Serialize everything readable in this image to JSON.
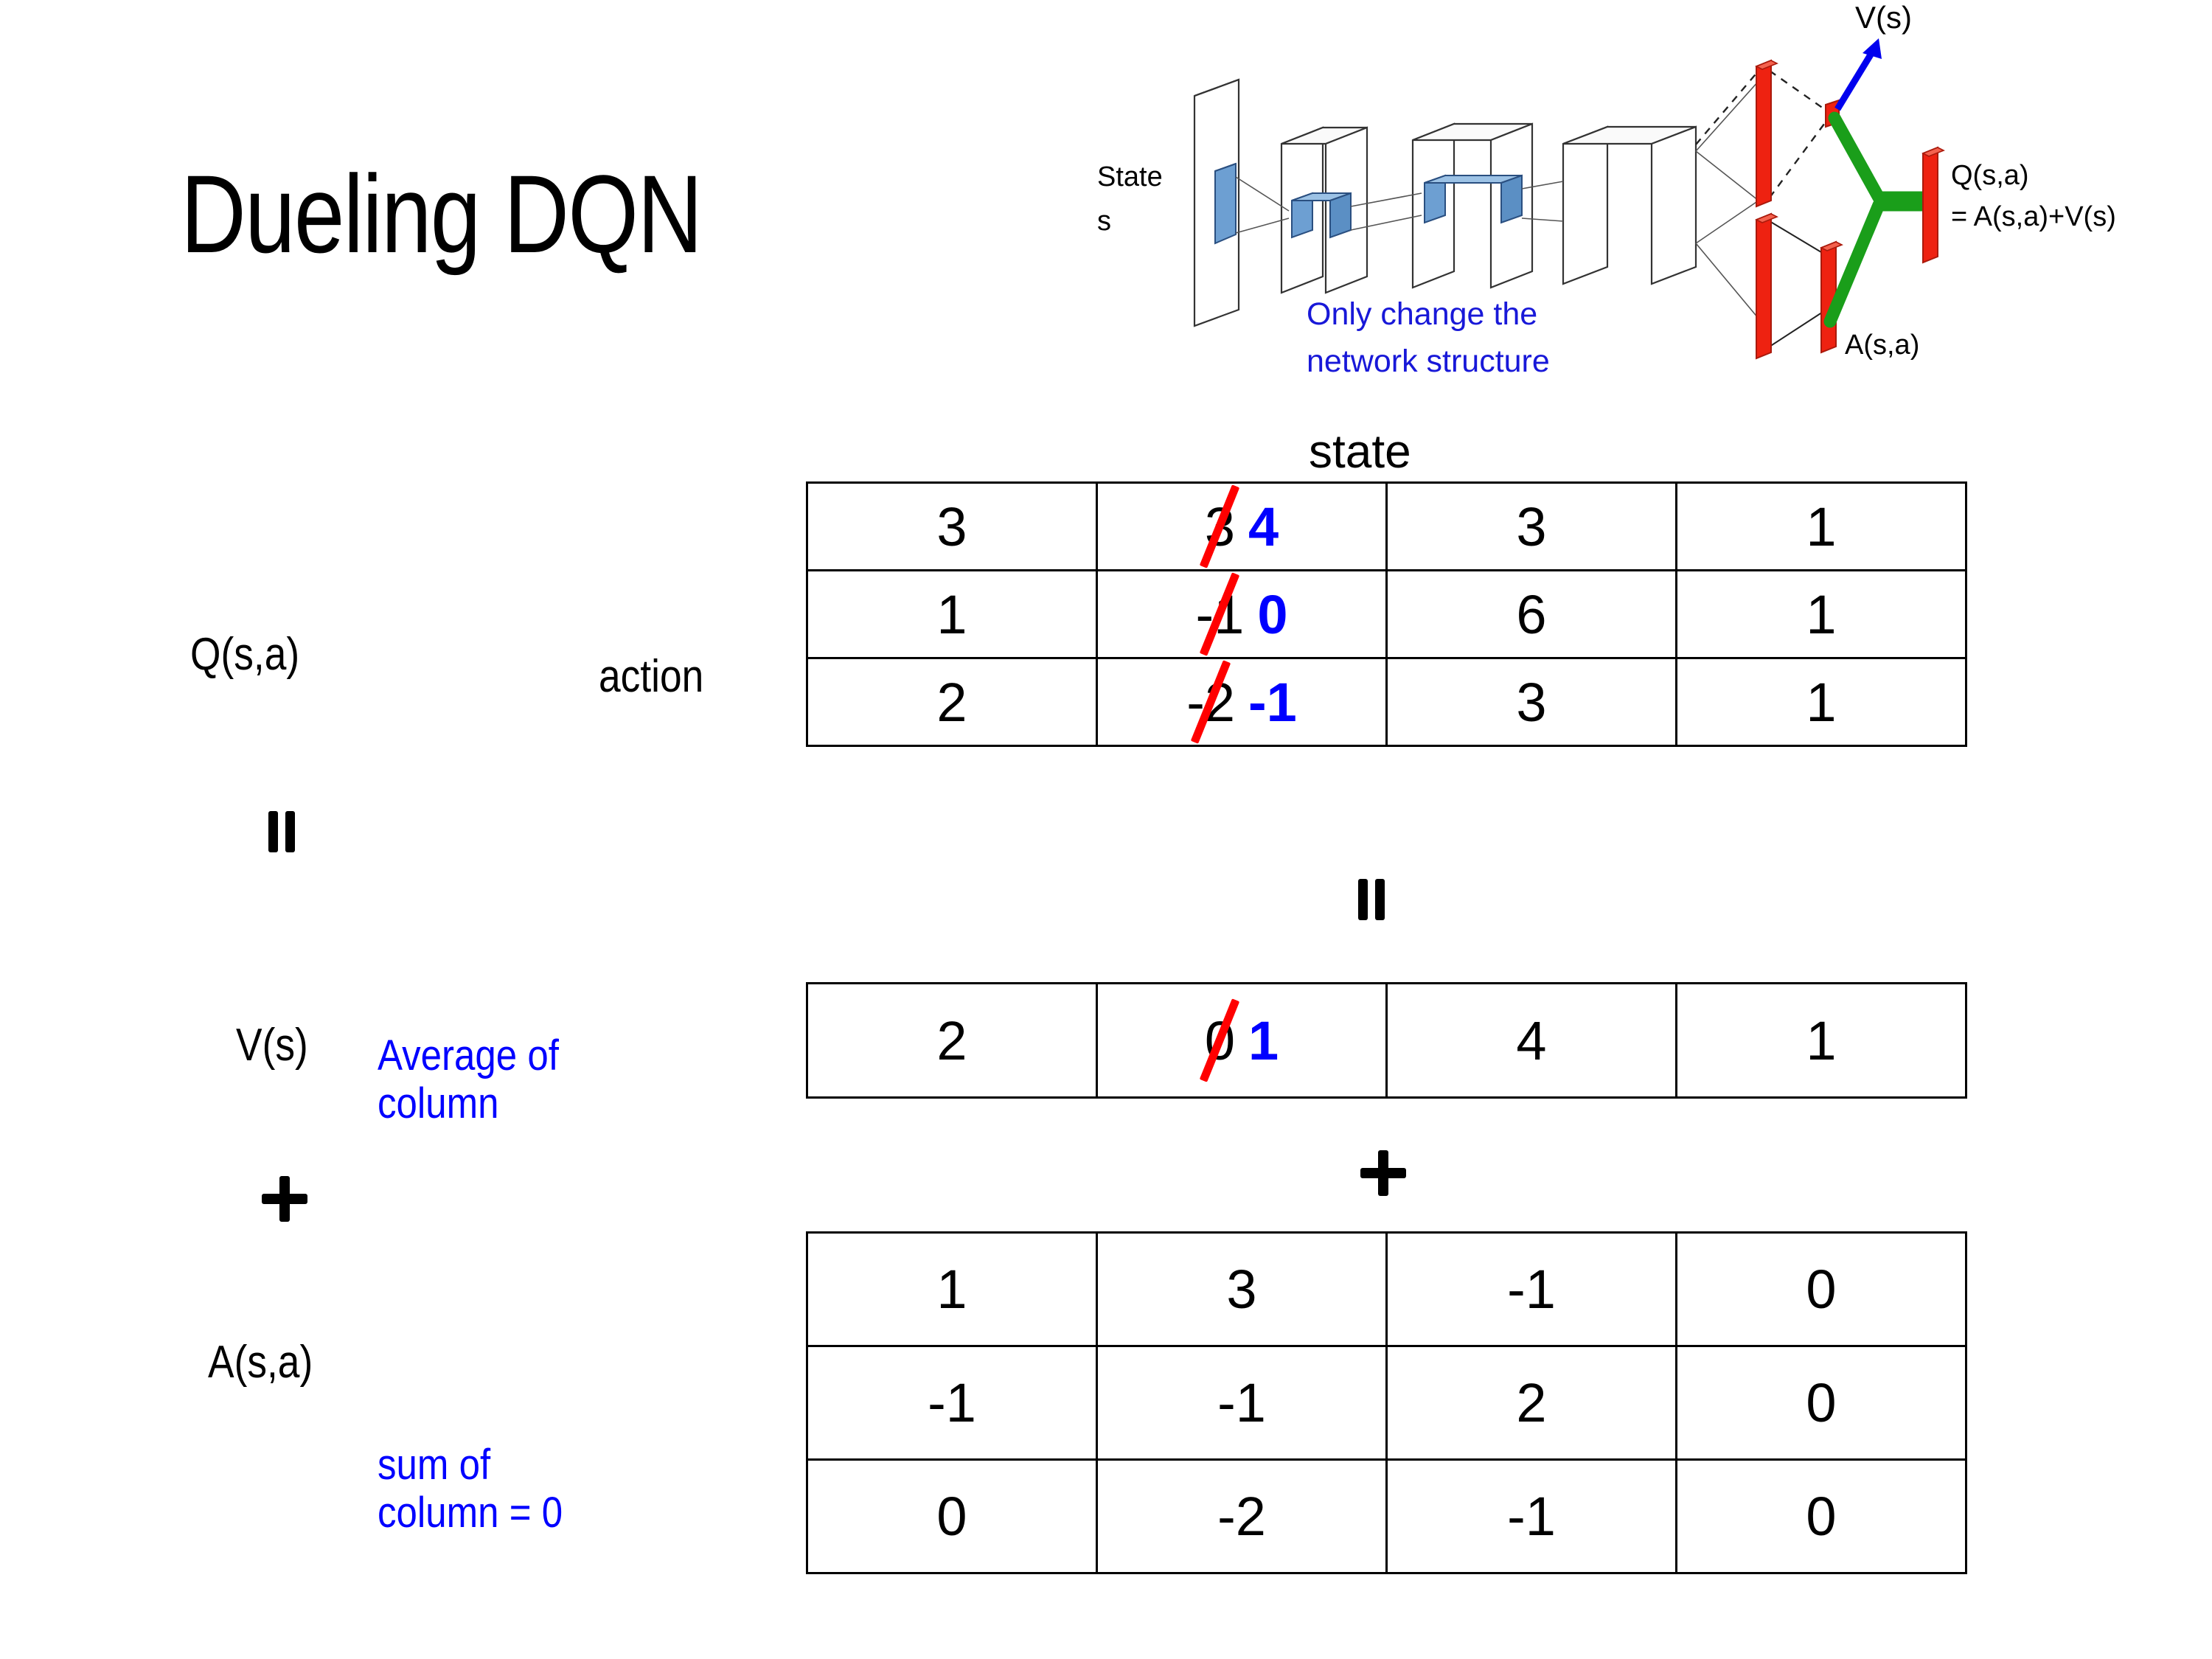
{
  "slide": {
    "title": "Dueling DQN"
  },
  "diagram": {
    "state_label": "State",
    "state_sub": "s",
    "note_line1": "Only change the",
    "note_line2": "network structure",
    "value_label": "V(s)",
    "advantage_label": "A(s,a)",
    "q_label_line1": "Q(s,a)",
    "q_label_line2": "= A(s,a)+V(s)",
    "colors": {
      "note": "#1818d8",
      "value_arrow": "#0000ee",
      "combine": "#1a9e1a",
      "bar": "#ee2211"
    }
  },
  "axes": {
    "state_heading": "state",
    "action_label": "action"
  },
  "labels": {
    "q": "Q(s,a)",
    "v": "V(s)",
    "a": "A(s,a)"
  },
  "notes": {
    "average_line1": "Average of",
    "average_line2": "column",
    "sum_line1": "sum of",
    "sum_line2": "column = 0",
    "color": "#0000ff"
  },
  "operators": {
    "equals": "=",
    "plus": "+"
  },
  "chart_data": {
    "type": "table",
    "title": "Dueling DQN value decomposition: Q(s,a) = V(s) + A(s,a)",
    "xlabel": "state",
    "ylabel": "action",
    "edit_colors": {
      "struck": "#ff0000",
      "corrected": "#0000ff"
    },
    "tables": [
      {
        "name": "Q(s,a)",
        "rows": [
          [
            {
              "value": "3"
            },
            {
              "value": "3",
              "struck": true,
              "corrected": "4"
            },
            {
              "value": "3"
            },
            {
              "value": "1"
            }
          ],
          [
            {
              "value": "1"
            },
            {
              "value": "-1",
              "struck": true,
              "corrected": "0"
            },
            {
              "value": "6"
            },
            {
              "value": "1"
            }
          ],
          [
            {
              "value": "2"
            },
            {
              "value": "-2",
              "struck": true,
              "corrected": "-1"
            },
            {
              "value": "3"
            },
            {
              "value": "1"
            }
          ]
        ]
      },
      {
        "name": "V(s)",
        "rows": [
          [
            {
              "value": "2"
            },
            {
              "value": "0",
              "struck": true,
              "corrected": "1"
            },
            {
              "value": "4"
            },
            {
              "value": "1"
            }
          ]
        ]
      },
      {
        "name": "A(s,a)",
        "rows": [
          [
            {
              "value": "1"
            },
            {
              "value": "3"
            },
            {
              "value": "-1"
            },
            {
              "value": "0"
            }
          ],
          [
            {
              "value": "-1"
            },
            {
              "value": "-1"
            },
            {
              "value": "2"
            },
            {
              "value": "0"
            }
          ],
          [
            {
              "value": "0"
            },
            {
              "value": "-2"
            },
            {
              "value": "-1"
            },
            {
              "value": "0"
            }
          ]
        ]
      }
    ]
  }
}
